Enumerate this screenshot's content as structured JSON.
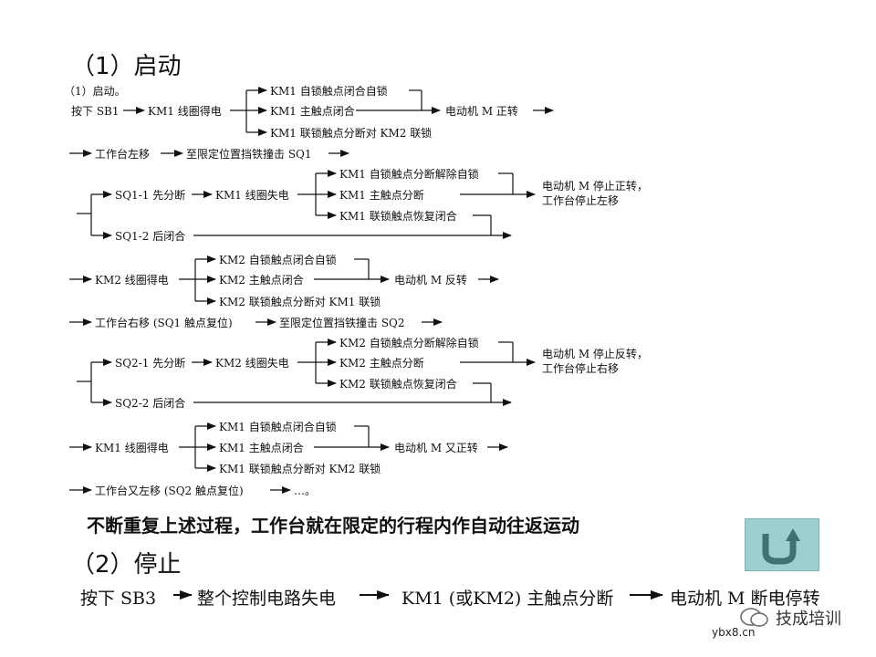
{
  "section1_title": "（1）启动",
  "flow_intro": "（1）启动。",
  "step1": {
    "press": "按下 SB1",
    "coil": "KM1 线圈得电",
    "b1": "KM1 自锁触点闭合自锁",
    "b2": "KM1 主触点闭合",
    "b3": "KM1 联锁触点分断对 KM2 联锁",
    "result": "电动机 M 正转"
  },
  "move1": {
    "a": "工作台左移",
    "b": "至限定位置挡铁撞击 SQ1"
  },
  "sq1": {
    "open": "SQ1-1 先分断",
    "coil": "KM1 线圈失电",
    "b1": "KM1 自锁触点分断解除自锁",
    "b2": "KM1 主触点分断",
    "b3": "KM1 联锁触点恢复闭合",
    "result1": "电动机 M 停止正转，",
    "result2": "工作台停止左移",
    "close": "SQ1-2 后闭合"
  },
  "step2": {
    "coil": "KM2 线圈得电",
    "b1": "KM2 自锁触点闭合自锁",
    "b2": "KM2 主触点闭合",
    "b3": "KM2 联锁触点分断对 KM1 联锁",
    "result": "电动机 M 反转"
  },
  "move2": {
    "a": "工作台右移 (SQ1 触点复位)",
    "b": "至限定位置挡铁撞击 SQ2"
  },
  "sq2": {
    "open": "SQ2-1 先分断",
    "coil": "KM2 线圈失电",
    "b1": "KM2 自锁触点分断解除自锁",
    "b2": "KM2 主触点分断",
    "b3": "KM2 联锁触点恢复闭合",
    "result1": "电动机 M 停止反转，",
    "result2": "工作台停止右移",
    "close": "SQ2-2 后闭合"
  },
  "step3": {
    "coil": "KM1 线圈得电",
    "b1": "KM1 自锁触点闭合自锁",
    "b2": "KM1 主触点闭合",
    "b3": "KM1 联锁触点分断对 KM2 联锁",
    "result": "电动机 M 又正转"
  },
  "move3": {
    "a": "工作台又左移 (SQ2 触点复位)",
    "b": "…。"
  },
  "summary": "不断重复上述过程，工作台就在限定的行程内作自动往返运动",
  "section2_title": "（2）停止",
  "stop": {
    "press": "按下 SB3",
    "s1": "整个控制电路失电",
    "s2": "KM1 (或KM2) 主触点分断",
    "s3": "电动机 M 断电停转"
  },
  "watermark": {
    "text": "技成培训",
    "site": "ybx8.cn"
  },
  "colors": {
    "button": "#9ccfd0",
    "arrow": "#4a7f80"
  }
}
